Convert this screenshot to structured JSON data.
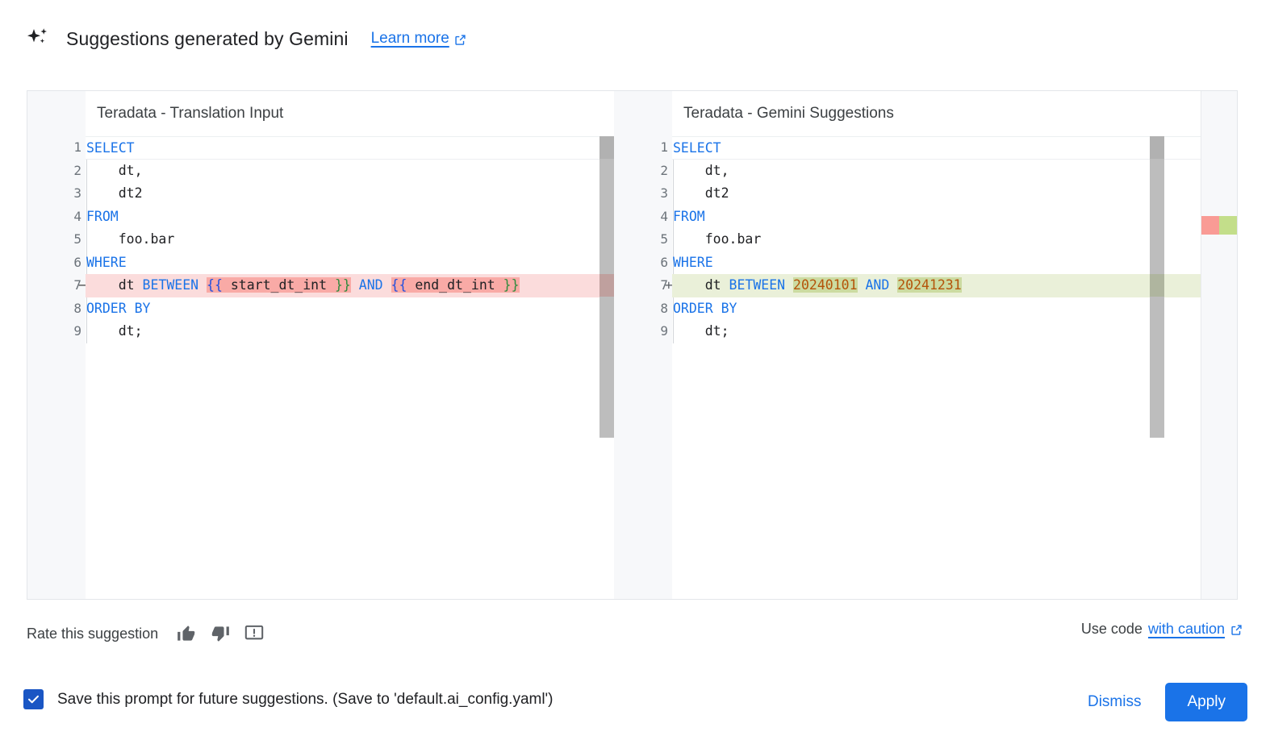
{
  "header": {
    "icon": "sparkle-icon",
    "title": "Suggestions generated by Gemini",
    "learn_more": "Learn more",
    "external_icon": "external-link-icon"
  },
  "diff": {
    "left": {
      "title": "Teradata - Translation Input",
      "lines": [
        {
          "n": "1",
          "sign": "",
          "type": "ctx"
        },
        {
          "n": "2",
          "sign": "",
          "type": "ctx"
        },
        {
          "n": "3",
          "sign": "",
          "type": "ctx"
        },
        {
          "n": "4",
          "sign": "",
          "type": "ctx"
        },
        {
          "n": "5",
          "sign": "",
          "type": "ctx"
        },
        {
          "n": "6",
          "sign": "",
          "type": "ctx"
        },
        {
          "n": "7",
          "sign": "−",
          "type": "del"
        },
        {
          "n": "8",
          "sign": "",
          "type": "ctx"
        },
        {
          "n": "9",
          "sign": "",
          "type": "ctx"
        }
      ],
      "code": [
        "SELECT",
        "    dt,",
        "    dt2",
        "FROM",
        "    foo.bar",
        "WHERE",
        "    dt BETWEEN {{ start_dt_int }} AND {{ end_dt_int }}",
        "ORDER BY",
        "    dt;"
      ]
    },
    "right": {
      "title": "Teradata - Gemini Suggestions",
      "lines": [
        {
          "n": "1",
          "sign": "",
          "type": "ctx"
        },
        {
          "n": "2",
          "sign": "",
          "type": "ctx"
        },
        {
          "n": "3",
          "sign": "",
          "type": "ctx"
        },
        {
          "n": "4",
          "sign": "",
          "type": "ctx"
        },
        {
          "n": "5",
          "sign": "",
          "type": "ctx"
        },
        {
          "n": "6",
          "sign": "",
          "type": "ctx"
        },
        {
          "n": "7",
          "sign": "+",
          "type": "add"
        },
        {
          "n": "8",
          "sign": "",
          "type": "ctx"
        },
        {
          "n": "9",
          "sign": "",
          "type": "ctx"
        }
      ],
      "code": [
        "SELECT",
        "    dt,",
        "    dt2",
        "FROM",
        "    foo.bar",
        "WHERE",
        "    dt BETWEEN 20240101 AND 20241231",
        "ORDER BY",
        "    dt;"
      ]
    },
    "tokens": {
      "select": "SELECT",
      "from": "FROM",
      "where": "WHERE",
      "order_by": "ORDER BY",
      "between": "BETWEEN",
      "and": "AND",
      "dt_comma": "    dt,",
      "dt2": "    dt2",
      "foo_bar": "    foo.bar",
      "dt_semi": "    dt;",
      "indent_dt": "    dt ",
      "start_var": "{{ start_dt_int }}",
      "end_var": "{{ end_dt_int }}",
      "start_num": "20240101",
      "end_num": "20241231",
      "brace_open": "{{",
      "brace_close": "}}",
      "start_name": " start_dt_int ",
      "end_name": " end_dt_int ",
      "space": " "
    },
    "colors": {
      "keyword": "#1a73e8",
      "number": "#b45309",
      "deleted_line_bg": "#fbdcdc",
      "deleted_word_bg": "#f9aaa6",
      "added_line_bg": "#eaf0d9",
      "added_word_bg": "#ccdba1",
      "overview_red": "#f99b95",
      "overview_green": "#c3de8a",
      "scrollbar_thumb": "#bdbdbd"
    }
  },
  "rate": {
    "label": "Rate this suggestion",
    "thumb_up": "thumb-up-icon",
    "thumb_down": "thumb-down-icon",
    "report": "report-feedback-icon"
  },
  "use_code": {
    "prefix": "Use code",
    "link": "with caution",
    "external_icon": "external-link-icon"
  },
  "footer": {
    "checkbox_checked": true,
    "save_label": "Save this prompt for future suggestions. (Save to 'default.ai_config.yaml')",
    "dismiss_label": "Dismiss",
    "apply_label": "Apply",
    "primary_color": "#1a73e8"
  }
}
